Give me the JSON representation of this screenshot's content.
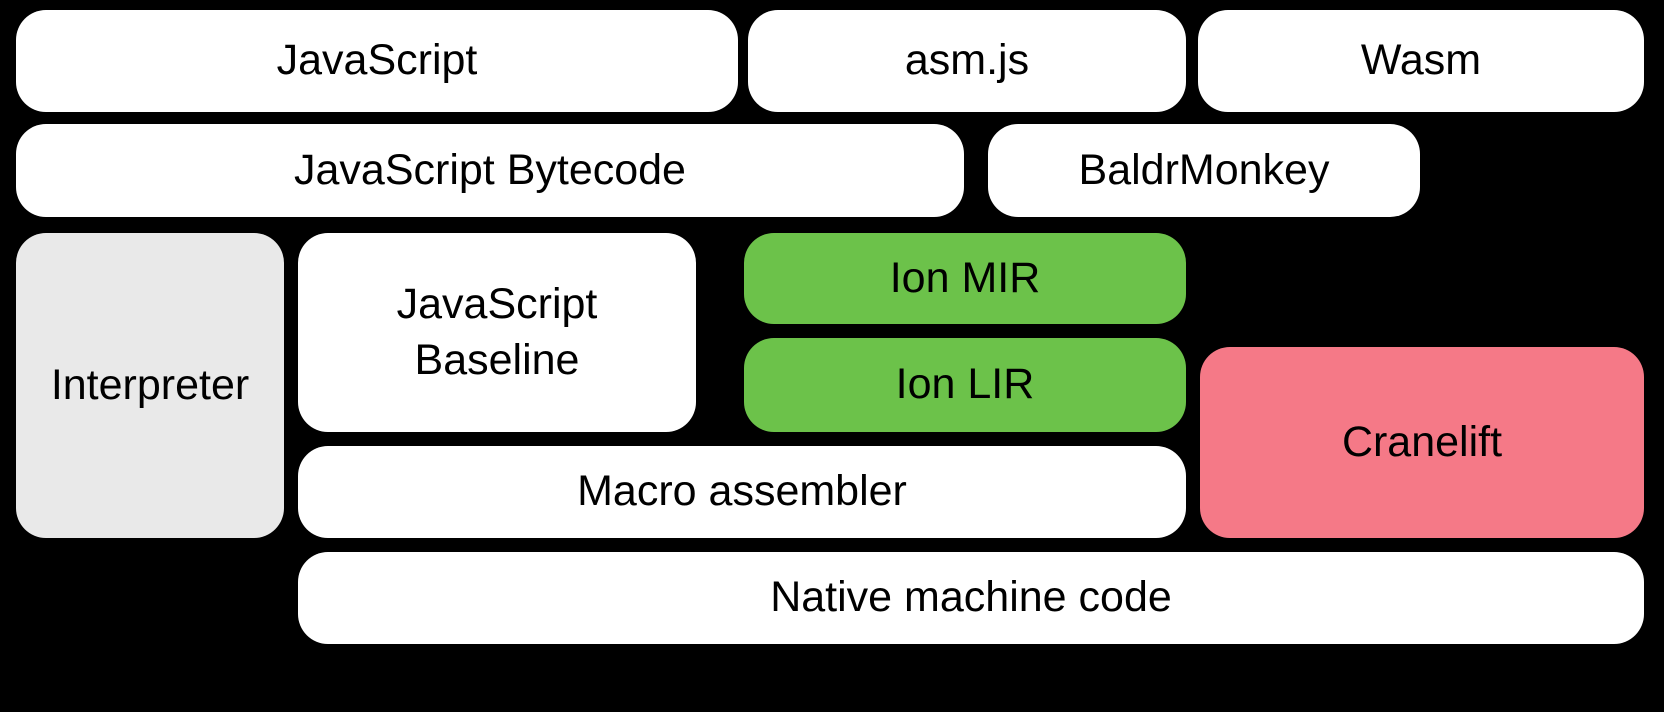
{
  "diagram": {
    "background_color": "#000000",
    "text_color": "#000000",
    "colors": {
      "default_box": "#ffffff",
      "interpreter_box": "#e9e9e9",
      "ion_box": "#6cc24a",
      "cranelift_box": "#f57987"
    },
    "boxes": [
      {
        "id": "javascript",
        "label": "JavaScript",
        "color": "#ffffff"
      },
      {
        "id": "asm-js",
        "label": "asm.js",
        "color": "#ffffff"
      },
      {
        "id": "wasm",
        "label": "Wasm",
        "color": "#ffffff"
      },
      {
        "id": "javascript-bytecode",
        "label": "JavaScript Bytecode",
        "color": "#ffffff"
      },
      {
        "id": "baldrmonkey",
        "label": "BaldrMonkey",
        "color": "#ffffff"
      },
      {
        "id": "interpreter",
        "label": "Interpreter",
        "color": "#e9e9e9"
      },
      {
        "id": "javascript-baseline",
        "label": "JavaScript Baseline",
        "color": "#ffffff"
      },
      {
        "id": "ion-mir",
        "label": "Ion MIR",
        "color": "#6cc24a"
      },
      {
        "id": "ion-lir",
        "label": "Ion LIR",
        "color": "#6cc24a"
      },
      {
        "id": "cranelift",
        "label": "Cranelift",
        "color": "#f57987"
      },
      {
        "id": "macro-assembler",
        "label": "Macro assembler",
        "color": "#ffffff"
      },
      {
        "id": "native-machine-code",
        "label": "Native machine code",
        "color": "#ffffff"
      }
    ]
  }
}
